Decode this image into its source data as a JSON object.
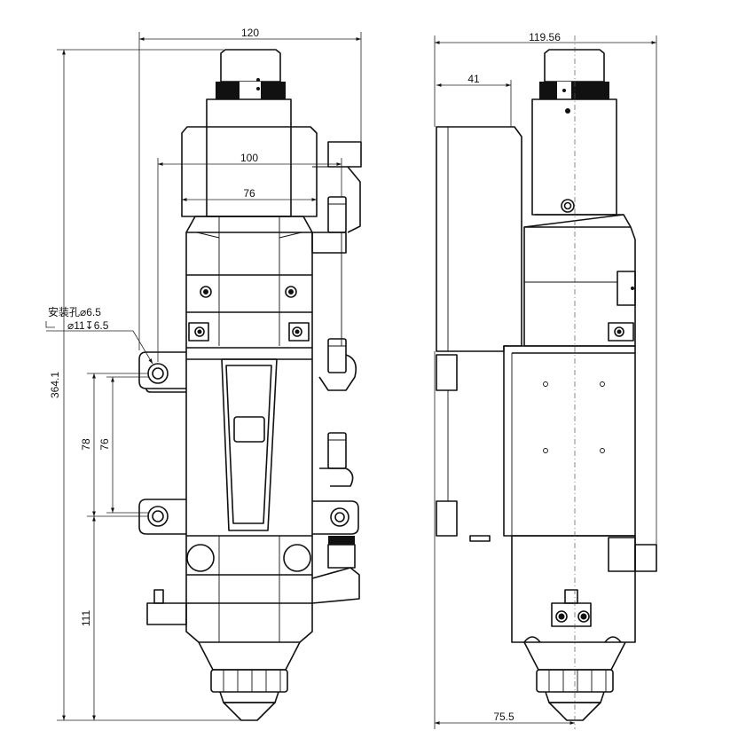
{
  "dimensions": {
    "left": {
      "overall_width": "120",
      "inner_width": "100",
      "module_width": "76",
      "total_height": "364.1",
      "hole_spacing_outer": "78",
      "hole_spacing_inner": "76",
      "lower_height": "111"
    },
    "right": {
      "overall_width": "119.56",
      "offset": "41",
      "bottom_width": "75.5"
    }
  },
  "callout": {
    "line1": "安装孔⌀6.5",
    "line2": "⌀11↧6.5"
  },
  "colors": {
    "line": "#111111",
    "background": "#ffffff"
  }
}
